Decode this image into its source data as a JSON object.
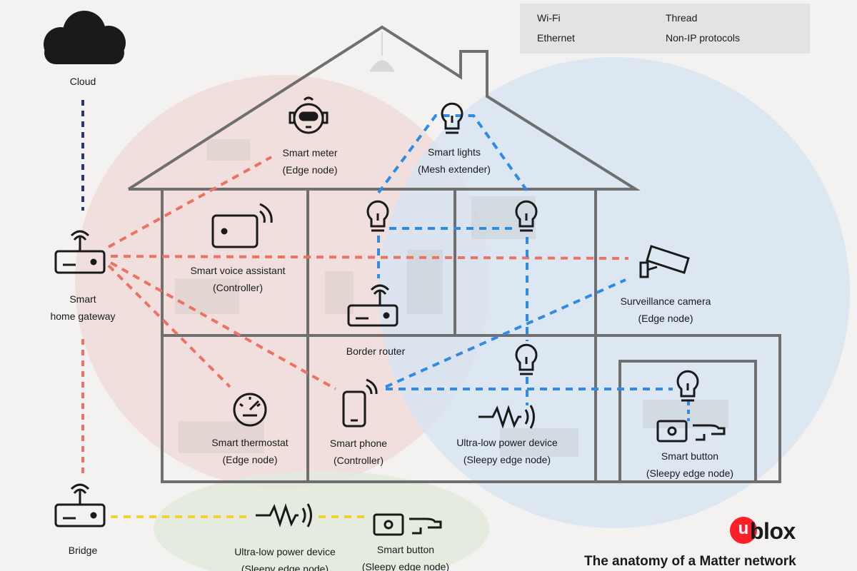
{
  "legend": {
    "wifi": "Wi-Fi",
    "ethernet": "Ethernet",
    "thread": "Thread",
    "non_ip": "Non-IP protocols"
  },
  "colors": {
    "wifi": "#ec7262",
    "ethernet": "#27377a",
    "thread": "#2f8be3",
    "non_ip": "#f2d22e",
    "house": "#6f6f6f",
    "wifi_zone": "#efd8d5",
    "thread_zone": "#d6e3f3",
    "non_ip_zone": "#e3eadd",
    "brand": "#ff1f2b"
  },
  "devices": {
    "cloud": {
      "name": "Cloud",
      "icon": "cloud-icon"
    },
    "gateway": {
      "name": "Smart",
      "name2": "home gateway",
      "icon": "router-icon"
    },
    "bridge": {
      "name": "Bridge",
      "icon": "router-icon"
    },
    "smart_meter": {
      "name": "Smart meter",
      "role": "(Edge node)",
      "icon": "meter-robot-icon"
    },
    "smart_lights": {
      "name": "Smart lights",
      "role": "(Mesh extender)",
      "icon": "light-bulb-icon"
    },
    "voice_assistant": {
      "name": "Smart voice assistant",
      "role": "(Controller)",
      "icon": "tablet-icon"
    },
    "border_router": {
      "name": "Border router",
      "icon": "router-icon"
    },
    "camera": {
      "name": "Surveillance camera",
      "role": "(Edge node)",
      "icon": "camera-icon"
    },
    "thermostat": {
      "name": "Smart thermostat",
      "role": "(Edge node)",
      "icon": "gauge-icon"
    },
    "phone": {
      "name": "Smart phone",
      "role": "(Controller)",
      "icon": "phone-icon"
    },
    "ulp_device": {
      "name": "Ultra-low power device",
      "role": "(Sleepy edge node)",
      "icon": "pulse-icon"
    },
    "smart_button": {
      "name": "Smart button",
      "role": "(Sleepy edge node)",
      "icon": "button-press-icon"
    },
    "ulp_device_bridge": {
      "name": "Ultra-low power device",
      "role": "(Sleepy edge node)",
      "icon": "pulse-icon"
    },
    "smart_button_bridge": {
      "name": "Smart button",
      "role": "(Sleepy edge node)",
      "icon": "button-press-icon"
    }
  },
  "brand": {
    "logo_mark": "u",
    "logo_text": "blox",
    "title": "The anatomy of a Matter network"
  }
}
